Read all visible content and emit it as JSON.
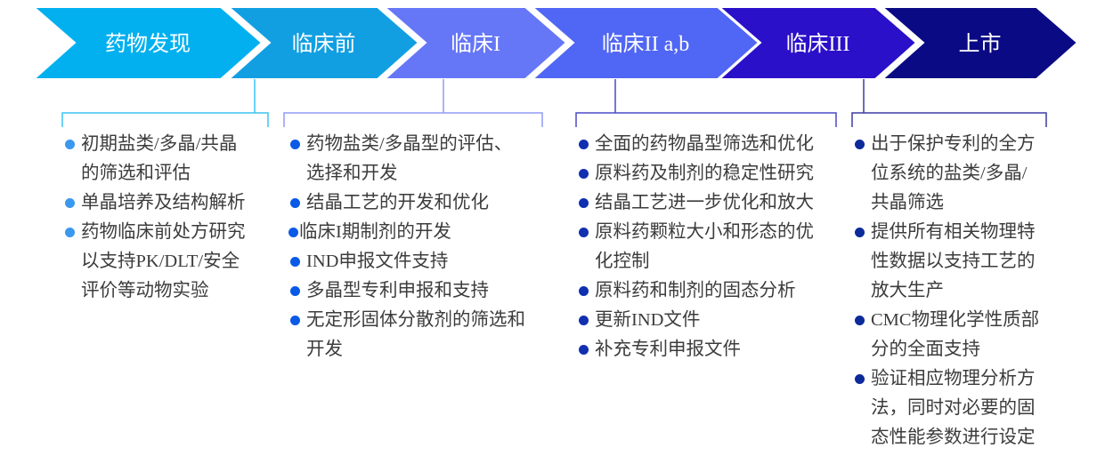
{
  "stages": [
    {
      "label": "药物发现",
      "color": "#02b0ef"
    },
    {
      "label": "临床前",
      "color": "#129fe2"
    },
    {
      "label": "临床I",
      "color": "#6577f7"
    },
    {
      "label": "临床II a,b",
      "color": "#5066f4"
    },
    {
      "label": "临床III",
      "color": "#2a10c9"
    },
    {
      "label": "上市",
      "color": "#0b0a85"
    }
  ],
  "columns": [
    {
      "stage": "药物发现/临床前",
      "line_color": "#3cc3f2",
      "bullet_color": "#3a98ee",
      "items": [
        "初期盐类/多晶/共晶\n的筛选和评估",
        "单晶培养及结构解析",
        "药物临床前处方研究\n以支持PK/DLT/安全\n评价等动物实验"
      ]
    },
    {
      "stage": "临床I",
      "line_color": "#8f9bf6",
      "bullet_color": "#0a5ae8",
      "items": [
        "药物盐类/多晶型的评估、\n选择和开发",
        "结晶工艺的开发和优化",
        "临床I期制剂的开发",
        "IND申报文件支持",
        "多晶型专利申报和支持",
        "无定形固体分散剂的筛选和\n开发"
      ]
    },
    {
      "stage": "临床II a,b",
      "line_color": "#4a4ac6",
      "bullet_color": "#1030b0",
      "items": [
        "全面的药物晶型筛选和优化",
        "原料药及制剂的稳定性研究",
        "结晶工艺进一步优化和放大",
        "原料药颗粒大小和形态的优\n化控制",
        "原料药和制剂的固态分析",
        "更新IND文件",
        "补充专利申报文件"
      ]
    },
    {
      "stage": "临床III",
      "line_color": "#3c3ca4",
      "bullet_color": "#0d2a9a",
      "items": [
        "出于保护专利的全方\n位系统的盐类/多晶/\n共晶筛选",
        "提供所有相关物理特\n性数据以支持工艺的\n放大生产",
        "CMC物理化学性质部\n分的全面支持",
        "验证相应物理分析方\n法，同时对必要的固\n态性能参数进行设定"
      ]
    }
  ]
}
